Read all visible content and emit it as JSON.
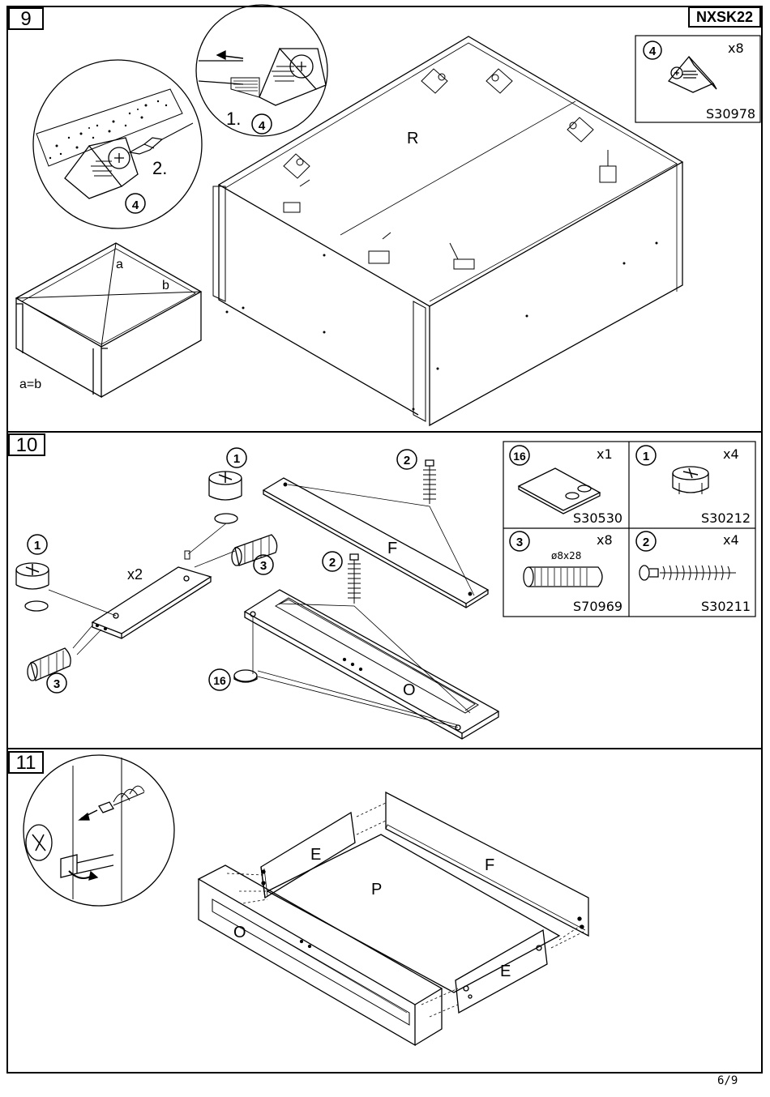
{
  "model_code": "NXSK22",
  "page_number": "6/9",
  "steps": [
    {
      "number": "9",
      "labels": {
        "panel": "R",
        "diag_a": "a",
        "diag_b": "b",
        "equation": "a=b",
        "sub1": "1.",
        "sub2": "2.",
        "callout_part": "4"
      },
      "parts": [
        {
          "id": "4",
          "qty": "x8",
          "code": "S30978"
        }
      ]
    },
    {
      "number": "10",
      "labels": {
        "panel_f": "F",
        "panel_o": "O",
        "times": "x2",
        "dowel_size": "ø8x28"
      },
      "parts": [
        {
          "id": "16",
          "qty": "x1",
          "code": "S30530"
        },
        {
          "id": "1",
          "qty": "x4",
          "code": "S30212"
        },
        {
          "id": "3",
          "qty": "x8",
          "code": "S70969"
        },
        {
          "id": "2",
          "qty": "x4",
          "code": "S30211"
        }
      ]
    },
    {
      "number": "11",
      "labels": {
        "panel_e_left": "E",
        "panel_f": "F",
        "panel_p": "P",
        "panel_o": "O",
        "panel_e_right": "E"
      }
    }
  ]
}
